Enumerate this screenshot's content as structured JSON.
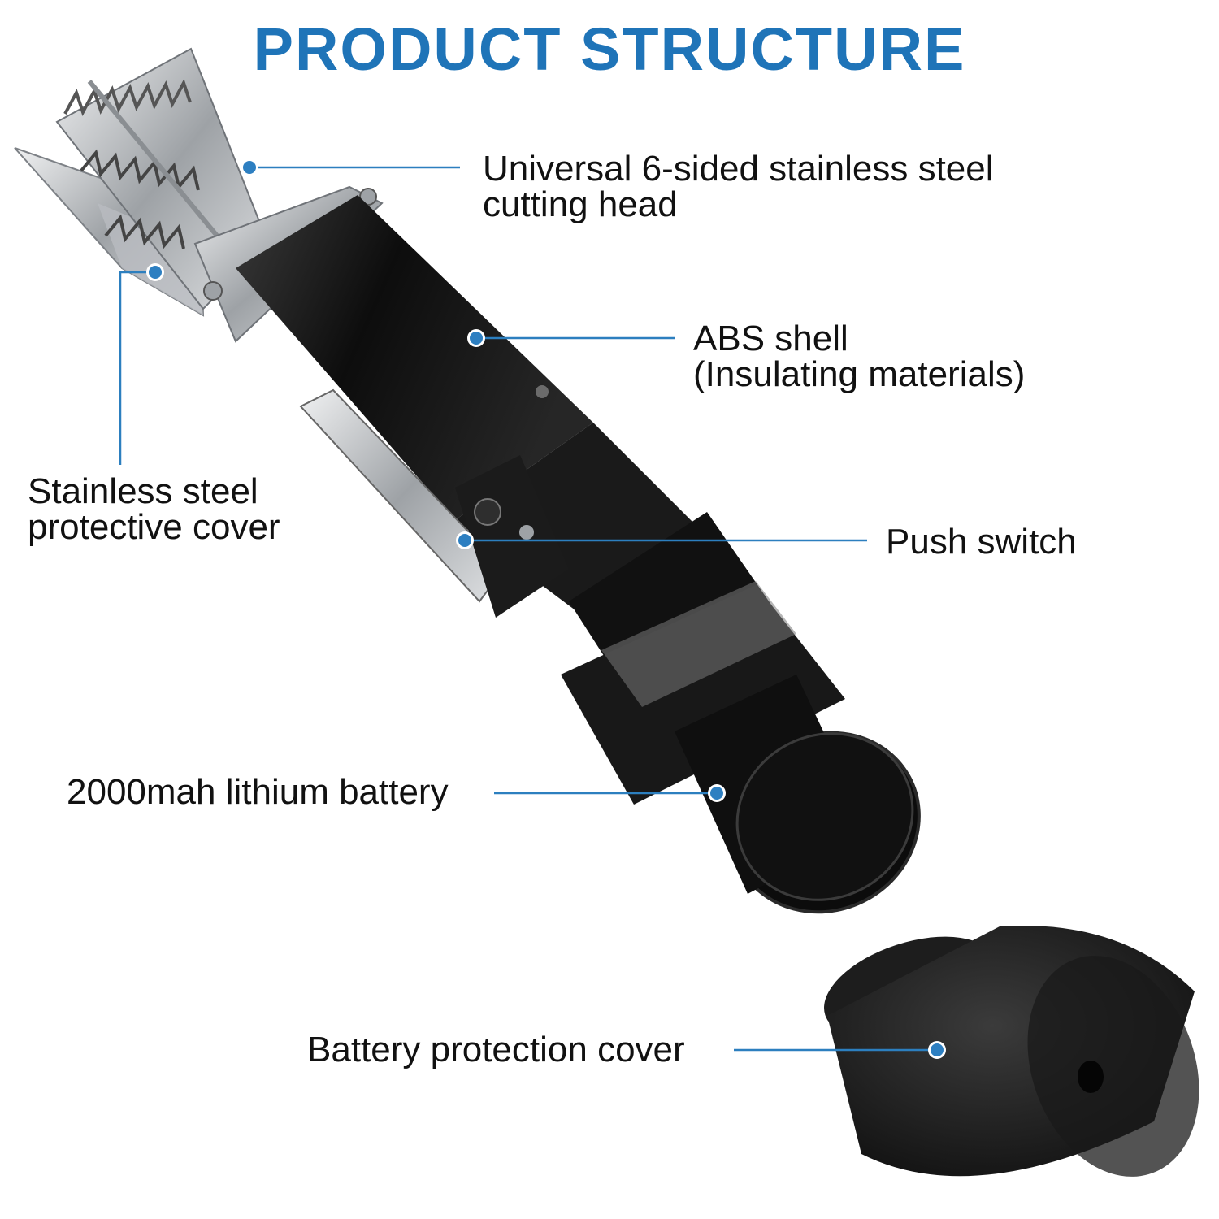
{
  "title": "PRODUCT STRUCTURE",
  "colors": {
    "title": "#1f74b8",
    "leader": "#2c7fbf",
    "dot": "#2d7fc1",
    "body": "#151515",
    "steel": "#c9ccd0"
  },
  "callouts": [
    {
      "id": "cutting-head",
      "lines": [
        "Universal 6-sided stainless steel",
        "cutting head"
      ]
    },
    {
      "id": "abs-shell",
      "lines": [
        "ABS shell",
        "(Insulating materials)"
      ]
    },
    {
      "id": "protective-cover",
      "lines": [
        "Stainless steel",
        "protective cover"
      ]
    },
    {
      "id": "push-switch",
      "lines": [
        "Push switch"
      ]
    },
    {
      "id": "battery",
      "lines": [
        "2000mah lithium battery"
      ]
    },
    {
      "id": "battery-cover",
      "lines": [
        "Battery protection cover"
      ]
    }
  ]
}
